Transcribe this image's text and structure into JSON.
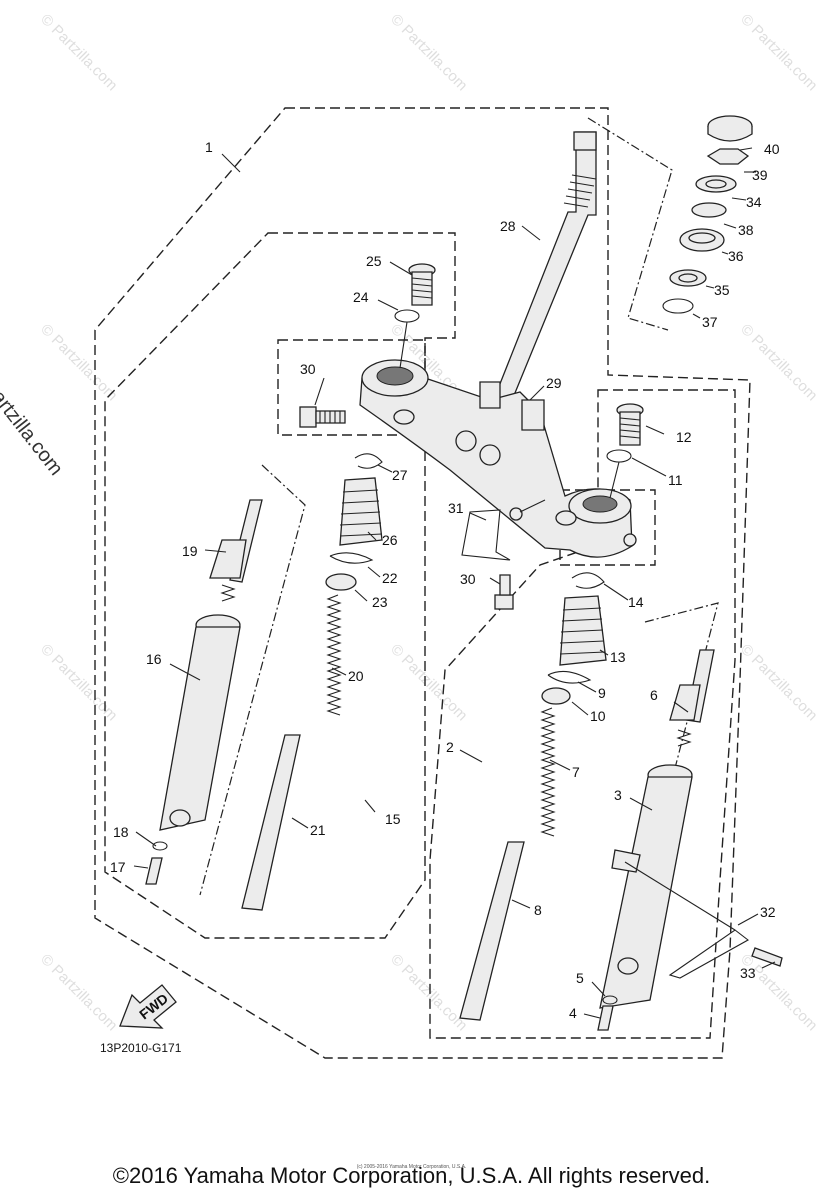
{
  "diagram": {
    "code": "13P2010-G171",
    "copyright": "©2016 Yamaha Motor Corporation, U.S.A. All rights reserved.",
    "small_copyright": "(c) 2005-2016 Yamaha Motor Corporation, U.S.A.",
    "side_watermark": "© Partzilla.com",
    "tile_watermark": "© Partzilla.com",
    "fwd_label": "FWD",
    "callouts": [
      {
        "id": "1",
        "name": "callout-1"
      },
      {
        "id": "2",
        "name": "callout-2"
      },
      {
        "id": "3",
        "name": "callout-3"
      },
      {
        "id": "4",
        "name": "callout-4"
      },
      {
        "id": "5",
        "name": "callout-5"
      },
      {
        "id": "6",
        "name": "callout-6"
      },
      {
        "id": "7",
        "name": "callout-7"
      },
      {
        "id": "8",
        "name": "callout-8"
      },
      {
        "id": "9",
        "name": "callout-9"
      },
      {
        "id": "10",
        "name": "callout-10"
      },
      {
        "id": "11",
        "name": "callout-11"
      },
      {
        "id": "12",
        "name": "callout-12"
      },
      {
        "id": "13",
        "name": "callout-13"
      },
      {
        "id": "14",
        "name": "callout-14"
      },
      {
        "id": "15",
        "name": "callout-15"
      },
      {
        "id": "16",
        "name": "callout-16"
      },
      {
        "id": "17",
        "name": "callout-17"
      },
      {
        "id": "18",
        "name": "callout-18"
      },
      {
        "id": "19",
        "name": "callout-19"
      },
      {
        "id": "20",
        "name": "callout-20"
      },
      {
        "id": "21",
        "name": "callout-21"
      },
      {
        "id": "22",
        "name": "callout-22"
      },
      {
        "id": "23",
        "name": "callout-23"
      },
      {
        "id": "24",
        "name": "callout-24"
      },
      {
        "id": "25",
        "name": "callout-25"
      },
      {
        "id": "26",
        "name": "callout-26"
      },
      {
        "id": "27",
        "name": "callout-27"
      },
      {
        "id": "28",
        "name": "callout-28"
      },
      {
        "id": "29",
        "name": "callout-29"
      },
      {
        "id": "30",
        "name": "callout-30-upper"
      },
      {
        "id": "30",
        "name": "callout-30-lower"
      },
      {
        "id": "31",
        "name": "callout-31"
      },
      {
        "id": "32",
        "name": "callout-32"
      },
      {
        "id": "33",
        "name": "callout-33"
      },
      {
        "id": "34",
        "name": "callout-34"
      },
      {
        "id": "35",
        "name": "callout-35"
      },
      {
        "id": "36",
        "name": "callout-36"
      },
      {
        "id": "37",
        "name": "callout-37"
      },
      {
        "id": "38",
        "name": "callout-38"
      },
      {
        "id": "39",
        "name": "callout-39"
      },
      {
        "id": "40",
        "name": "callout-40"
      }
    ]
  }
}
